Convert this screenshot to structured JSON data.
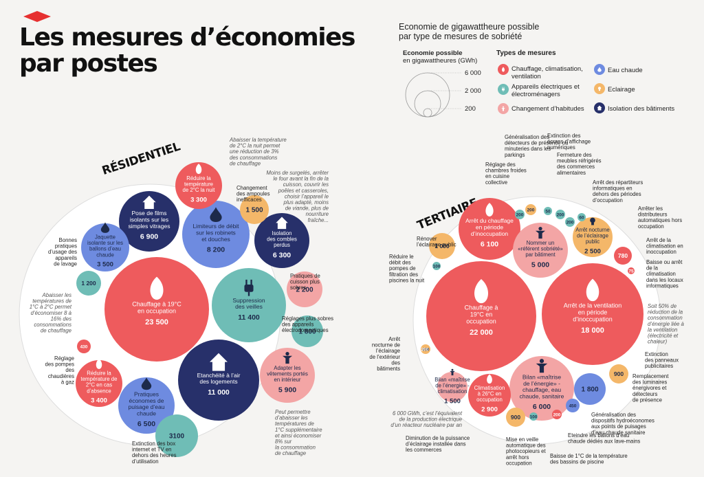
{
  "title_line1": "Les mesures d’économies",
  "title_line2": "par postes",
  "legend": {
    "title_line1": "Economie de gigawattheure possible",
    "title_line2": "par type de mesures de sobriété",
    "size_label": "Economie possible",
    "size_unit": "en gigawattheures (GWh)",
    "sizes": [
      "6 000",
      "2 000",
      "200"
    ],
    "types_label": "Types de mesures",
    "types": [
      {
        "label": "Chauffage, climatisation, ventilation",
        "color": "#ee5b5d",
        "icon": "flame-icon"
      },
      {
        "label": "Appareils électriques et électroménagers",
        "color": "#6fbdb6",
        "icon": "plug-icon"
      },
      {
        "label": "Changement d’habitudes",
        "color": "#f3a5a5",
        "icon": "person-icon"
      },
      {
        "label": "Eau chaude",
        "color": "#6e8be0",
        "icon": "drop-icon"
      },
      {
        "label": "Eclairage",
        "color": "#f4b769",
        "icon": "bulb-icon"
      },
      {
        "label": "Isolation des bâtiments",
        "color": "#27306a",
        "icon": "house-icon"
      }
    ]
  },
  "sections": {
    "residential": "RÉSIDENTIEL",
    "tertiary": "TERTIAIRE"
  },
  "notes": {
    "n1": [
      "Abaisser la température",
      "de 2°C la nuit permet",
      "une réduction de 3%",
      "des consommations",
      "de chauffage"
    ],
    "n2": [
      "Moins de surgelés, arrêter",
      "le four avant la fin de la",
      "cuisson, couvrir les",
      "poêles et casseroles,",
      "choisir l’appareil le",
      "plus adapté, moins",
      "de viande, plus de",
      "nourriture",
      "fraîche..."
    ],
    "n3": [
      "Abaisser les",
      "températures de",
      "1°C à 2°C permet",
      "d’économiser 8 à",
      "16% des",
      "consommations",
      "de chauffage"
    ],
    "n4": [
      "Peut permettre",
      "d’abaisser les",
      "températures de",
      "1°C supplémentaire",
      "et ainsi économiser",
      "8% sur",
      "la consommation",
      "de chauffage"
    ],
    "n5": [
      "Soit 50% de",
      "réduction de la",
      "consommation",
      "d’énergie liée à",
      "la ventilation",
      "(électricité et",
      "chaleur)"
    ],
    "n6": [
      "6 000 GWh, c’est l’équivalent",
      "de la production électrique",
      "d’un réacteur nucléaire par an"
    ]
  },
  "residential_bubbles": [
    {
      "label": [
        "Chauffage à 19°C",
        "en occupation"
      ],
      "value": "23 500",
      "type": "flame"
    },
    {
      "label": [
        "Suppression",
        "des veilles"
      ],
      "value": "11 400",
      "type": "plug"
    },
    {
      "label": [
        "Etanchéité à l’air",
        "des logements"
      ],
      "value": "11 000",
      "type": "house"
    },
    {
      "label": [
        "Limiteurs de débit",
        "sur les robinets",
        "et douches"
      ],
      "value": "8 200",
      "type": "drop"
    },
    {
      "label": [
        "Pose de films",
        "isolants sur les",
        "simples vitrages"
      ],
      "value": "6 900",
      "type": "house"
    },
    {
      "label": [
        "Pratiques",
        "économes de",
        "puisage d’eau",
        "chaude"
      ],
      "value": "6 500",
      "type": "drop"
    },
    {
      "label": [
        "Isolation",
        "des combles",
        "perdus"
      ],
      "value": "6 300",
      "type": "house"
    },
    {
      "label": [
        "Adapter les",
        "vêtements portés",
        "en intérieur"
      ],
      "value": "5 900",
      "type": "person"
    },
    {
      "label": [
        "Jaquette",
        "isolante sur les",
        "ballons d’eau",
        "chaude"
      ],
      "value": "3 500",
      "type": "drop"
    },
    {
      "label": [
        "Réduire la",
        "température de",
        "2°C en cas",
        "d’absence"
      ],
      "value": "3 400",
      "type": "flame"
    },
    {
      "label": [
        "Réduire la",
        "température",
        "de 2°C la nuit"
      ],
      "value": "3 300",
      "type": "flame"
    },
    {
      "label": [
        "Extinction des box",
        "internet et TV en",
        "dehors des heures",
        "d’utilisation"
      ],
      "value": "3100",
      "type": "plug"
    },
    {
      "label": [
        "Pratiques de",
        "cuisson plus",
        "sobres"
      ],
      "value": "2 200",
      "type": "person"
    },
    {
      "label": [
        "Réglages plus sobres",
        "des appareils",
        "électrodomestiques"
      ],
      "value": "1 800",
      "type": "plug"
    },
    {
      "label": [
        "Changement",
        "des ampoules",
        "inefficaces"
      ],
      "value": "1 500",
      "type": "bulb"
    },
    {
      "label": [
        "Bonnes",
        "pratiques",
        "d’usage des",
        "appareils",
        "de lavage"
      ],
      "value": "1 200",
      "type": "plug"
    },
    {
      "label": [
        "Réglage",
        "des pompes",
        "des",
        "chaudières",
        "à gaz"
      ],
      "value": "430",
      "type": "flame"
    }
  ],
  "tertiary_bubbles": [
    {
      "label": [
        "Chauffage à",
        "19°C en",
        "occupation"
      ],
      "value": "22 000",
      "type": "flame"
    },
    {
      "label": [
        "Arrêt de la ventilation",
        "en période",
        "d’inoccupation"
      ],
      "value": "18 000",
      "type": "flame"
    },
    {
      "label": [
        "Arrêt du chauffage",
        "en période",
        "d’inoccupation"
      ],
      "value": "6 100",
      "type": "flame"
    },
    {
      "label": [
        "Bilan «maîtrise",
        "de l’énergie» -",
        "chauffage, eau",
        "chaude, sanitaire"
      ],
      "value": "6 000",
      "type": "person"
    },
    {
      "label": [
        "Nommer un",
        "«référent sobriété»",
        "par bâtiment"
      ],
      "value": "5 000",
      "type": "person"
    },
    {
      "label": [
        "Climatisation",
        "à 26°C en",
        "occupation"
      ],
      "value": "2 900",
      "type": "flame"
    },
    {
      "label": [
        "Arrêt nocturne",
        "de l’éclairage",
        "public"
      ],
      "value": "2 500",
      "type": "bulb"
    },
    {
      "label": [
        "Remplacement",
        "des luminaires",
        "énergivores et",
        "détecteurs",
        "de présence"
      ],
      "value": "1 800",
      "type": "drop"
    },
    {
      "label": [
        "Bilan «maîtrise",
        "de l’énergie» -",
        "climatisation"
      ],
      "value": "1 500",
      "type": "person"
    },
    {
      "label": [
        "Rénover",
        "l’éclairage public"
      ],
      "value": "1 000",
      "type": "bulb"
    },
    {
      "label": [
        "Diminution de la puissance",
        "d’éclairage installée dans",
        "les commerces"
      ],
      "value": "900",
      "type": "bulb"
    },
    {
      "label": [
        "Extinction",
        "des panneaux",
        "publicitaires"
      ],
      "value": "900",
      "type": "bulb"
    },
    {
      "label": [
        "Arrêt de la",
        "climatisation en",
        "inoccupation"
      ],
      "value": "780",
      "type": "flame"
    },
    {
      "label": [
        "Généralisation des",
        "dispositifs hydroéconomes",
        "aux points de puisages",
        "d’eau chaude sanitaire"
      ],
      "value": "450",
      "type": "drop"
    },
    {
      "label": [
        "Eteindre les ballons d’eau",
        "chaude dédiés aux lave-mains"
      ],
      "value": "200",
      "type": "flame"
    },
    {
      "label": [
        "Généralisation des",
        "détecteurs de présence ou",
        "minuteries dans les",
        "parkings"
      ],
      "value": "200",
      "type": "bulb"
    },
    {
      "label": [
        "Réglage des",
        "chambres froides",
        "en cuisine",
        "collective"
      ],
      "value": "200",
      "type": "plug"
    },
    {
      "label": [
        "Extinction des",
        "écrans d’affichage",
        "numériques"
      ],
      "value": "50",
      "type": "plug"
    },
    {
      "label": [
        "Fermeture des",
        "meubles réfrigérés",
        "des commerces",
        "alimentaires"
      ],
      "value": "200",
      "type": "plug"
    },
    {
      "label": [
        "Arrêt des répartiteurs",
        "informatiques en",
        "dehors des périodes",
        "d’occupation"
      ],
      "value": "200",
      "type": "plug"
    },
    {
      "label": [
        "Arrêter les",
        "distributeurs",
        "automatiques hors",
        "occupation"
      ],
      "value": "60",
      "type": "plug"
    },
    {
      "label": [
        "Réduire le",
        "débit des",
        "pompes de",
        "filtration des",
        "piscines la nuit"
      ],
      "value": "100",
      "type": "plug"
    },
    {
      "label": [
        "Baisse ou arrêt",
        "de la",
        "climatisation",
        "dans les locaux",
        "informatiques"
      ],
      "value": "75",
      "type": "flame"
    },
    {
      "label": [
        "Arrêt",
        "nocturne de",
        "l’éclairage",
        "de l’extérieur",
        "des",
        "bâtiments"
      ],
      "value": "150",
      "type": "bulb"
    },
    {
      "label": [
        "Mise en veille",
        "automatique des",
        "photocopieurs et",
        "arrêt hors",
        "occupation"
      ],
      "value": "100",
      "type": "plug"
    },
    {
      "label": [
        "Baisse de 1°C de la température",
        "des bassins de piscine"
      ],
      "value": "200",
      "type": "flame"
    }
  ]
}
